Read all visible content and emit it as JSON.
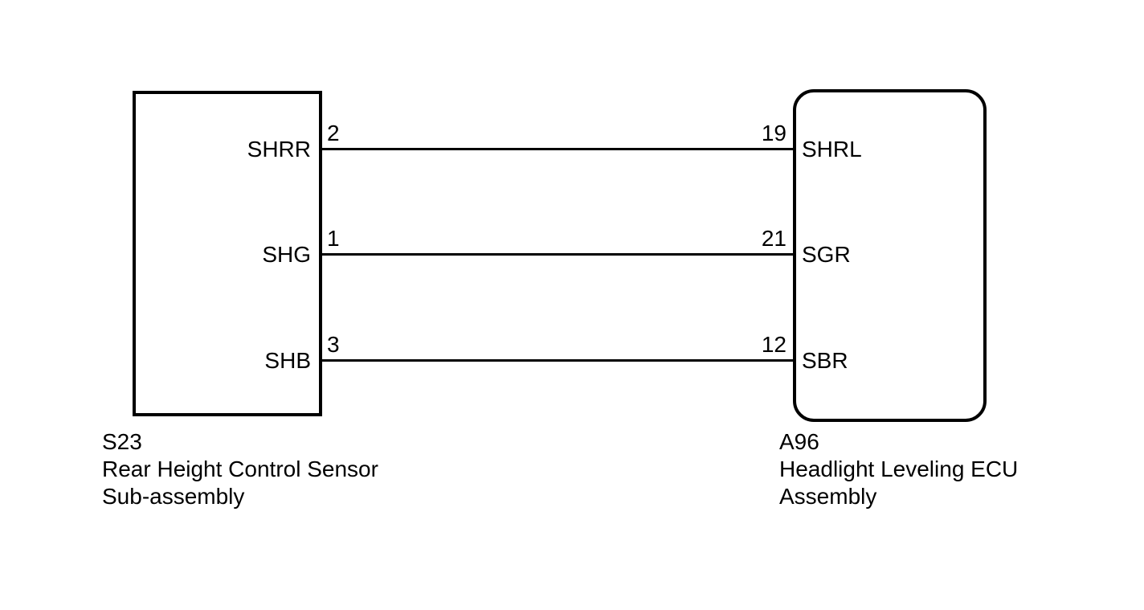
{
  "diagram": {
    "type": "wiring-connector-diagram",
    "background_color": "#ffffff",
    "line_color": "#000000",
    "connectors": {
      "left": {
        "code": "S23",
        "name_line1": "Rear Height Control Sensor",
        "name_line2": "Sub-assembly",
        "shape": "rectangle-sharp-corners",
        "pins": [
          {
            "label": "SHRR",
            "number": "2"
          },
          {
            "label": "SHG",
            "number": "1"
          },
          {
            "label": "SHB",
            "number": "3"
          }
        ]
      },
      "right": {
        "code": "A96",
        "name_line1": "Headlight Leveling ECU",
        "name_line2": "Assembly",
        "shape": "rectangle-rounded-corners",
        "pins": [
          {
            "label": "SHRL",
            "number": "19"
          },
          {
            "label": "SGR",
            "number": "21"
          },
          {
            "label": "SBR",
            "number": "12"
          }
        ]
      }
    },
    "wires": [
      {
        "from_connector": "S23",
        "from_pin": "2",
        "from_label": "SHRR",
        "to_connector": "A96",
        "to_pin": "19",
        "to_label": "SHRL"
      },
      {
        "from_connector": "S23",
        "from_pin": "1",
        "from_label": "SHG",
        "to_connector": "A96",
        "to_pin": "21",
        "to_label": "SGR"
      },
      {
        "from_connector": "S23",
        "from_pin": "3",
        "from_label": "SHB",
        "to_connector": "A96",
        "to_pin": "12",
        "to_label": "SBR"
      }
    ]
  }
}
